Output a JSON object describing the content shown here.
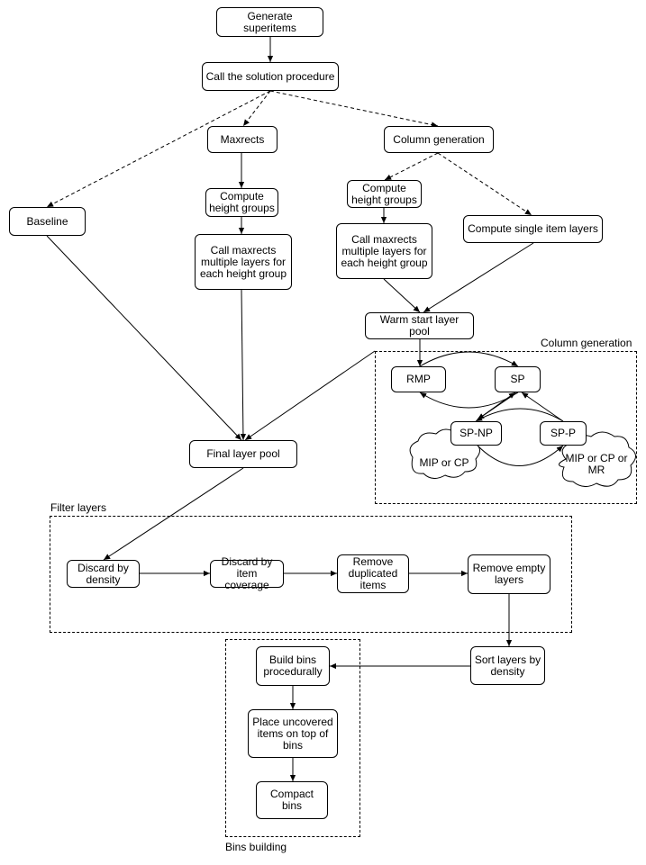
{
  "nodes": {
    "generate": "Generate superitems",
    "call_solution": "Call the solution procedure",
    "maxrects": "Maxrects",
    "column_generation": "Column generation",
    "baseline": "Baseline",
    "compute_height_groups_mr": "Compute height groups",
    "compute_height_groups_cg": "Compute height groups",
    "call_maxrects_mr": "Call maxrects multiple layers for each height group",
    "call_maxrects_cg": "Call maxrects multiple layers for each height group",
    "compute_single": "Compute single item layers",
    "warm_start": "Warm start layer pool",
    "rmp": "RMP",
    "sp": "SP",
    "sp_np": "SP-NP",
    "sp_p": "SP-P",
    "final_pool": "Final layer pool",
    "discard_density": "Discard by density",
    "discard_coverage": "Discard by item coverage",
    "remove_duplicated": "Remove duplicated items",
    "remove_empty": "Remove empty layers",
    "sort_layers": "Sort layers by density",
    "build_bins": "Build bins procedurally",
    "place_uncovered": "Place uncovered items on top of bins",
    "compact_bins": "Compact bins"
  },
  "clouds": {
    "np_solver": "MIP or CP",
    "p_solver": "MIP or CP or MR"
  },
  "groups": {
    "column_generation": "Column generation",
    "filter_layers": "Filter layers",
    "bins_building": "Bins building"
  }
}
